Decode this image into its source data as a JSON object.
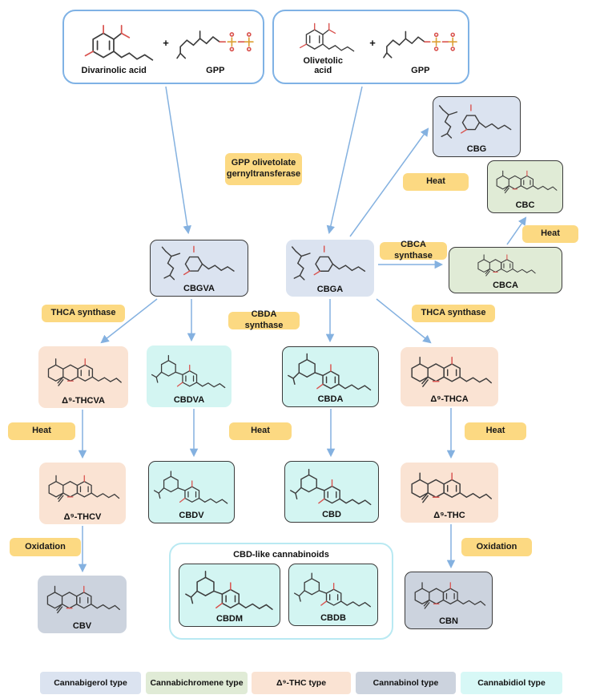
{
  "reactants": {
    "box1": {
      "acid_name": "Divarinolic acid",
      "plus": "+",
      "gpp_name": "GPP"
    },
    "box2": {
      "acid_name": "Olivetolic acid",
      "plus": "+",
      "gpp_name": "GPP"
    }
  },
  "process_labels": {
    "ggt": "GPP olivetolate gernyltransferase",
    "cbca_synthase": "CBCA synthase",
    "thca_synthase_left": "THCA synthase",
    "cbda_synthase": "CBDA synthase",
    "thca_synthase_right": "THCA synthase",
    "heat_cbg": "Heat",
    "heat_cbc": "Heat",
    "heat_thcv": "Heat",
    "heat_cbd": "Heat",
    "heat_thc": "Heat",
    "oxidation_left": "Oxidation",
    "oxidation_right": "Oxidation"
  },
  "compounds": {
    "cbg": "CBG",
    "cbc": "CBC",
    "cbca": "CBCA",
    "cbgva": "CBGVA",
    "cbga": "CBGA",
    "thcva": "Δ⁹-THCVA",
    "cbdva": "CBDVA",
    "cbda": "CBDA",
    "thca": "Δ⁹-THCA",
    "thcv": "Δ⁹-THCV",
    "cbdv": "CBDV",
    "cbd": "CBD",
    "thc": "Δ⁹-THC",
    "cbv": "CBV",
    "cbdm": "CBDM",
    "cbdb": "CBDB",
    "cbn": "CBN"
  },
  "groups": {
    "cbd_like_title": "CBD-like cannabinoids"
  },
  "legend": {
    "items": [
      {
        "label": "Cannabigerol type",
        "color": "#dbe3f0"
      },
      {
        "label": "Cannabichromene type",
        "color": "#e0ebd6"
      },
      {
        "label": "Δ⁹-THC type",
        "color": "#fae3d3"
      },
      {
        "label": "Cannabinol type",
        "color": "#ccd3de"
      },
      {
        "label": "Cannabidiol type",
        "color": "#d7f8f6"
      }
    ]
  },
  "colors": {
    "arrow": "#84b1e0",
    "label_bg": "#fcd982",
    "reactant_border": "#7fb2e5",
    "dark_border": "#3b3b3b",
    "cbd_container_border": "#b9e9f2"
  }
}
